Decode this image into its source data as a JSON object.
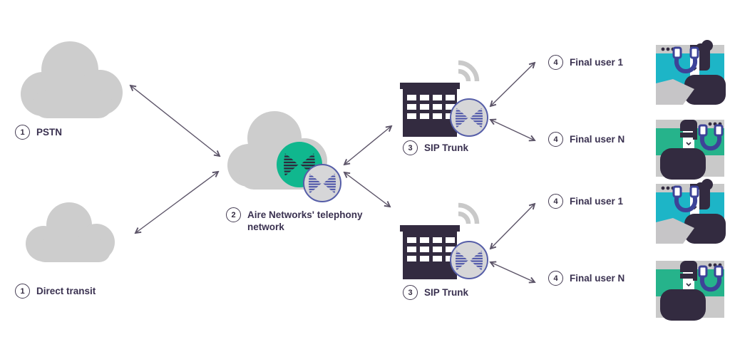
{
  "nodes": {
    "pstn": {
      "step": "1",
      "label": "PSTN"
    },
    "direct_transit": {
      "step": "1",
      "label": "Direct transit"
    },
    "aire": {
      "step": "2",
      "label": "Aire Networks' telephony network"
    },
    "sip_top": {
      "step": "3",
      "label": "SIP Trunk"
    },
    "sip_bottom": {
      "step": "3",
      "label": "SIP Trunk"
    },
    "fu1_top": {
      "step": "4",
      "label": "Final user 1"
    },
    "fun_top": {
      "step": "4",
      "label": "Final user N"
    },
    "fu1_bottom": {
      "step": "4",
      "label": "Final user 1"
    },
    "fun_bottom": {
      "step": "4",
      "label": "Final user N"
    }
  },
  "icons": {
    "cloud": "cloud-icon",
    "aire_logo": "butterfly-lines-logo-icon",
    "building": "office-building-icon",
    "wifi": "wifi-signal-icon",
    "person_phone_laptop": "person-on-call-with-laptop-illustration",
    "person_headset": "person-with-headset-on-call-illustration",
    "arrow": "double-headed-arrow"
  },
  "colors": {
    "cloud_gray": "#cdcdcd",
    "teal": "#10b78e",
    "cyan": "#1db5c7",
    "green": "#26b38b",
    "indigo": "#3d4398",
    "dark_purple": "#332b40",
    "badge_border": "#565ea8",
    "badge_bg": "#d6d6d8",
    "arrow": "#5c5468",
    "text": "#3a3150"
  }
}
